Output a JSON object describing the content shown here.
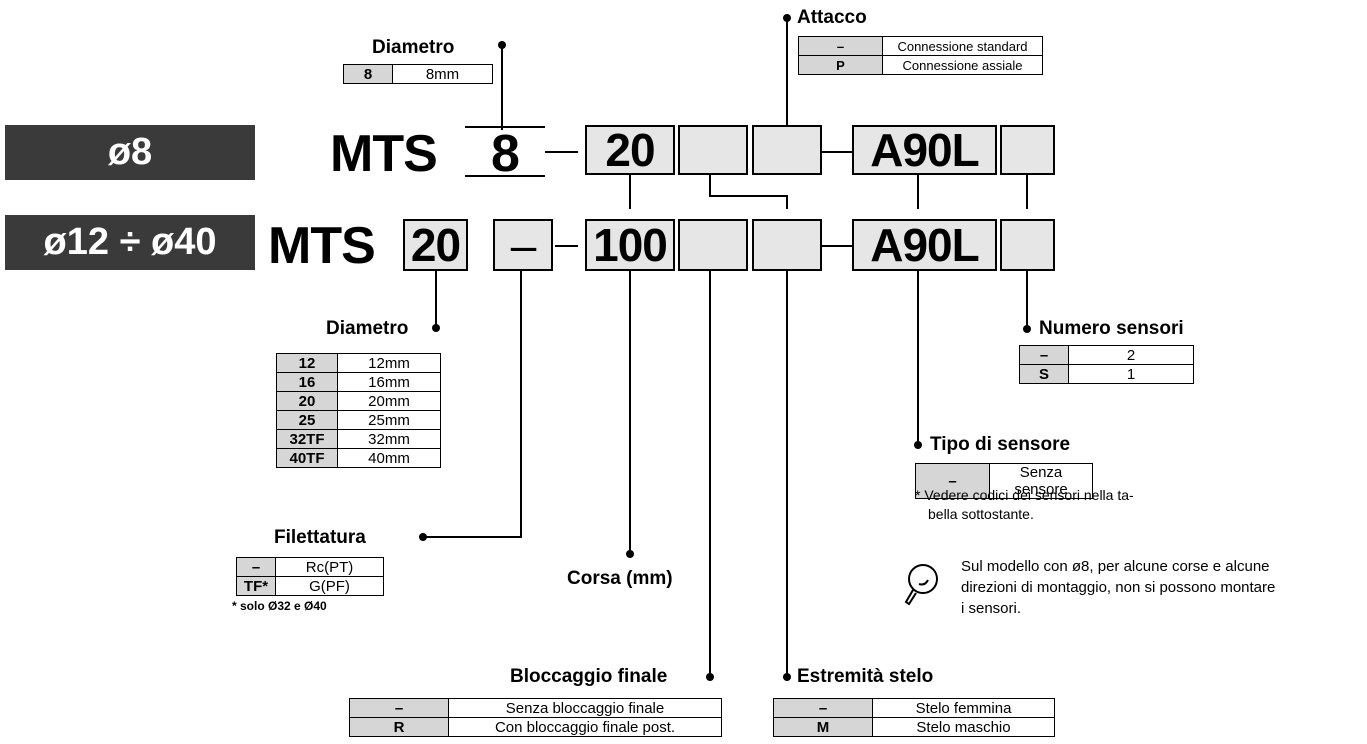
{
  "badges": {
    "phi8": "ø8",
    "range": "ø12 ÷ ø40"
  },
  "row1": {
    "prefix": "MTS",
    "diam": "8",
    "stroke": "20",
    "switch": "A90L"
  },
  "row2": {
    "prefix": "MTS",
    "diam": "20",
    "thread": "–",
    "stroke": "100",
    "switch": "A90L"
  },
  "attacco": {
    "title": "Attacco",
    "rows": [
      {
        "k": "–",
        "v": "Connessione standard"
      },
      {
        "k": "P",
        "v": "Connessione assiale"
      }
    ]
  },
  "diametro8": {
    "title": "Diametro",
    "rows": [
      {
        "k": "8",
        "v": "8mm"
      }
    ]
  },
  "diametro": {
    "title": "Diametro",
    "rows": [
      {
        "k": "12",
        "v": "12mm"
      },
      {
        "k": "16",
        "v": "16mm"
      },
      {
        "k": "20",
        "v": "20mm"
      },
      {
        "k": "25",
        "v": "25mm"
      },
      {
        "k": "32TF",
        "v": "32mm"
      },
      {
        "k": "40TF",
        "v": "40mm"
      }
    ]
  },
  "filettatura": {
    "title": "Filettatura",
    "rows": [
      {
        "k": "–",
        "v": "Rc(PT)"
      },
      {
        "k": "TF*",
        "v": "G(PF)"
      }
    ],
    "note": "* solo Ø32 e Ø40"
  },
  "corsa": {
    "title": "Corsa (mm)"
  },
  "numero_sensori": {
    "title": "Numero sensori",
    "rows": [
      {
        "k": "–",
        "v": "2"
      },
      {
        "k": "S",
        "v": "1"
      }
    ]
  },
  "tipo_sensore": {
    "title": "Tipo di sensore",
    "rows": [
      {
        "k": "–",
        "v": "Senza sensore"
      }
    ],
    "note_line1": "* Vedere codici dei sensori nella ta-",
    "note_line2": "bella sottostante."
  },
  "hint": {
    "line1": "Sul modello con ø8, per alcune corse e alcune",
    "line2": "direzioni di montaggio, non si possono montare",
    "line3": "i sensori."
  },
  "bloccaggio": {
    "title": "Bloccaggio finale",
    "rows": [
      {
        "k": "–",
        "v": "Senza bloccaggio finale"
      },
      {
        "k": "R",
        "v": "Con bloccaggio finale post."
      }
    ]
  },
  "estremita": {
    "title": "Estremità stelo",
    "rows": [
      {
        "k": "–",
        "v": "Stelo femmina"
      },
      {
        "k": "M",
        "v": "Stelo maschio"
      }
    ]
  }
}
